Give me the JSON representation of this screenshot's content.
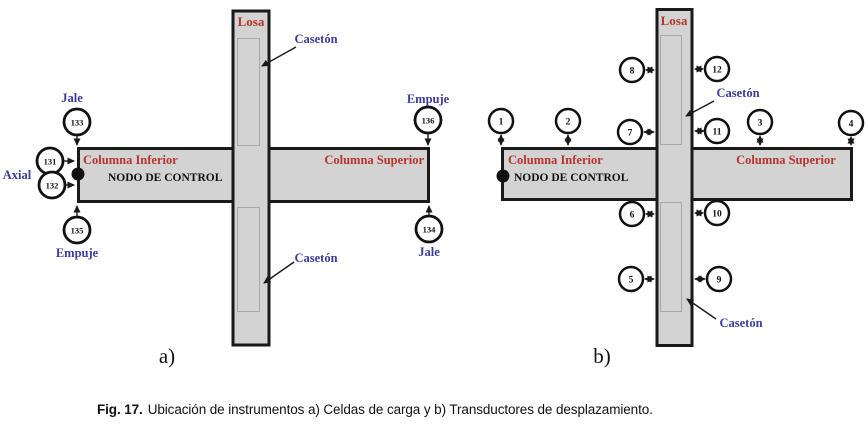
{
  "figure": {
    "caption_prefix": "Fig. 17.",
    "caption_body": "Ubicación de instrumentos a) Celdas de carga y b) Transductores de desplazamiento."
  },
  "colors": {
    "structure_fill": "#d3d3d3",
    "outline": "#1a1a1a",
    "label_red": "#b5352b",
    "label_blue": "#3c3c9e"
  },
  "a": {
    "panel_label": "a)",
    "losa": "Losa",
    "caseton_top": "Casetón",
    "caseton_bottom": "Casetón",
    "columna_inferior": "Columna Inferior",
    "columna_superior": "Columna Superior",
    "nodo": "NODO DE CONTROL",
    "axial": "Axial",
    "jale_top_left": "Jale",
    "empuje_top_right": "Empuje",
    "empuje_bottom_left": "Empuje",
    "jale_bottom_right": "Jale",
    "cells": {
      "c131": "131",
      "c132": "132",
      "c133": "133",
      "c134": "134",
      "c135": "135",
      "c136": "136"
    }
  },
  "b": {
    "panel_label": "b)",
    "losa": "Losa",
    "caseton_top": "Casetón",
    "caseton_bottom": "Casetón",
    "columna_inferior": "Columna Inferior",
    "columna_superior": "Columna Superior",
    "nodo": "NODO DE CONTROL",
    "transducers": {
      "t1": "1",
      "t2": "2",
      "t3": "3",
      "t4": "4",
      "t5": "5",
      "t6": "6",
      "t7": "7",
      "t8": "8",
      "t9": "9",
      "t10": "10",
      "t11": "11",
      "t12": "12"
    }
  }
}
